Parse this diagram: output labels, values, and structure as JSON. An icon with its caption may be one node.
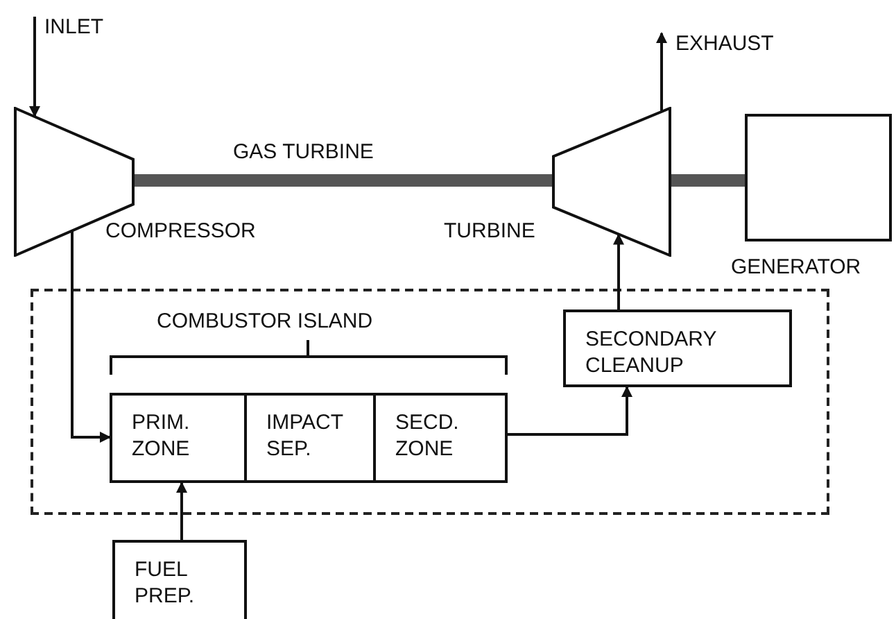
{
  "diagram": {
    "nodes": [
      {
        "text": [
          "INLET"
        ]
      },
      {
        "text": [
          "EXHAUST"
        ]
      },
      {
        "text": [],
        "shape": "trapezoid",
        "beside": [
          "COMPRESSOR"
        ]
      },
      {
        "text": [],
        "shape": "trapezoid",
        "beside": [
          "TURBINE"
        ]
      },
      {
        "text": [],
        "shape": "box",
        "beside": [
          "GENERATOR"
        ]
      },
      {
        "text": [],
        "shape": "box"
      },
      {
        "text": [
          "PRIM. ZONE"
        ],
        "in": 5
      },
      {
        "text": [
          "IMPACT SEP."
        ],
        "in": 5
      },
      {
        "text": [
          "SECD. ZONE"
        ],
        "in": 5
      },
      {
        "text": [
          "SECONDARY CLEANUP"
        ],
        "in": 5
      },
      {
        "text": [
          "FUEL PREP."
        ]
      }
    ],
    "edges": [
      {
        "from": 0,
        "to": 2,
        "arrow": "to"
      },
      {
        "from": 3,
        "to": 1,
        "arrow": "to"
      },
      {
        "from": 2,
        "to": 3,
        "arrow": "none",
        "style": "thick"
      },
      {
        "from": 3,
        "to": 4,
        "arrow": "none",
        "style": "thick"
      },
      {
        "from": 2,
        "to": 6,
        "arrow": "to"
      },
      {
        "from": 8,
        "to": 9,
        "arrow": "to"
      },
      {
        "from": 9,
        "to": 3,
        "arrow": "to"
      },
      {
        "from": 10,
        "to": 6,
        "arrow": "to"
      }
    ],
    "labels": [
      "GAS TURBINE",
      "COMBUSTOR ISLAND"
    ]
  }
}
